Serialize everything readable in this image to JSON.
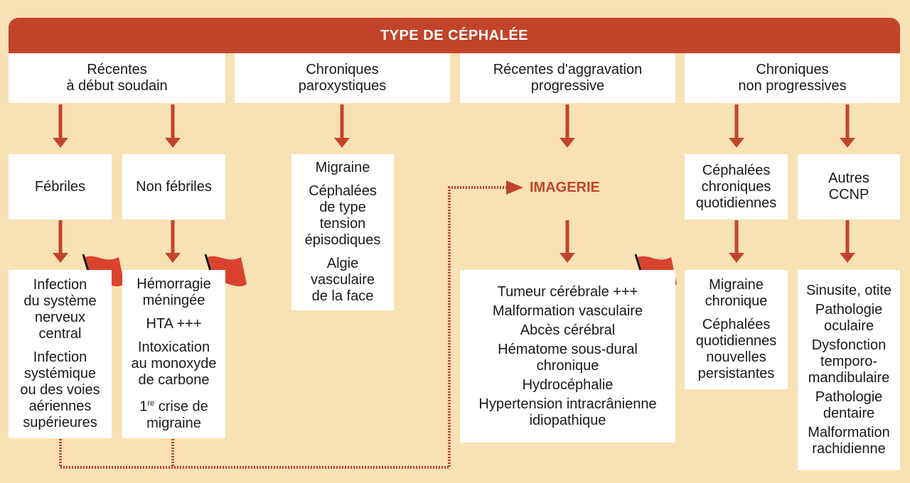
{
  "title": "TYPE DE CÉPHALÉE",
  "categories": [
    {
      "id": "recentes",
      "label": "Récentes\nà début soudain"
    },
    {
      "id": "chroniques-parox",
      "label": "Chroniques\nparoxystiques"
    },
    {
      "id": "recentes-aggrav",
      "label": "Récentes d'aggravation\nprogressive"
    },
    {
      "id": "chroniques-nonprog",
      "label": "Chroniques\nnon progressives"
    }
  ],
  "subcategories": {
    "febriles": "Fébriles",
    "non_febriles": "Non fébriles",
    "imagerie": "IMAGERIE",
    "ccq": "Céphalées\nchroniques\nquotidiennes",
    "autres_ccnp": "Autres\nCCNP"
  },
  "details": {
    "febriles": [
      "Infection\ndu système\nnerveux\ncentral",
      "Infection\nsystémique\nou des voies\naériennes\nsupérieures"
    ],
    "non_febriles": [
      "Hémorragie\nméningée",
      "HTA +++",
      "Intoxication\nau monoxyde\nde carbone"
    ],
    "non_febriles_crise": {
      "num": "1",
      "sup": "re",
      "rest": " crise de\nmigraine"
    },
    "chroniques_parox": [
      "Migraine",
      "Céphalées\nde type\ntension\népisodiques",
      "Algie\nvasculaire\nde la face"
    ],
    "imagerie": [
      "Tumeur cérébrale +++",
      "Malformation vasculaire",
      "Abcès cérébral",
      "Hématome sous-dural\nchronique",
      "Hydrocéphalie",
      "Hypertension intracrânienne\nidiopathique"
    ],
    "ccq": [
      "Migraine\nchronique",
      "Céphalées\nquotidiennes\nnouvelles\npersistantes"
    ],
    "autres_ccnp": [
      "Sinusite, otite",
      "Pathologie\noculaire",
      "Dysfonction\ntemporo-\nmandibulaire",
      "Pathologie\ndentaire",
      "Malformation\nrachidienne"
    ]
  },
  "colors": {
    "accent": "#c1442a",
    "background": "#f8e1b4",
    "box": "#ffffff"
  }
}
